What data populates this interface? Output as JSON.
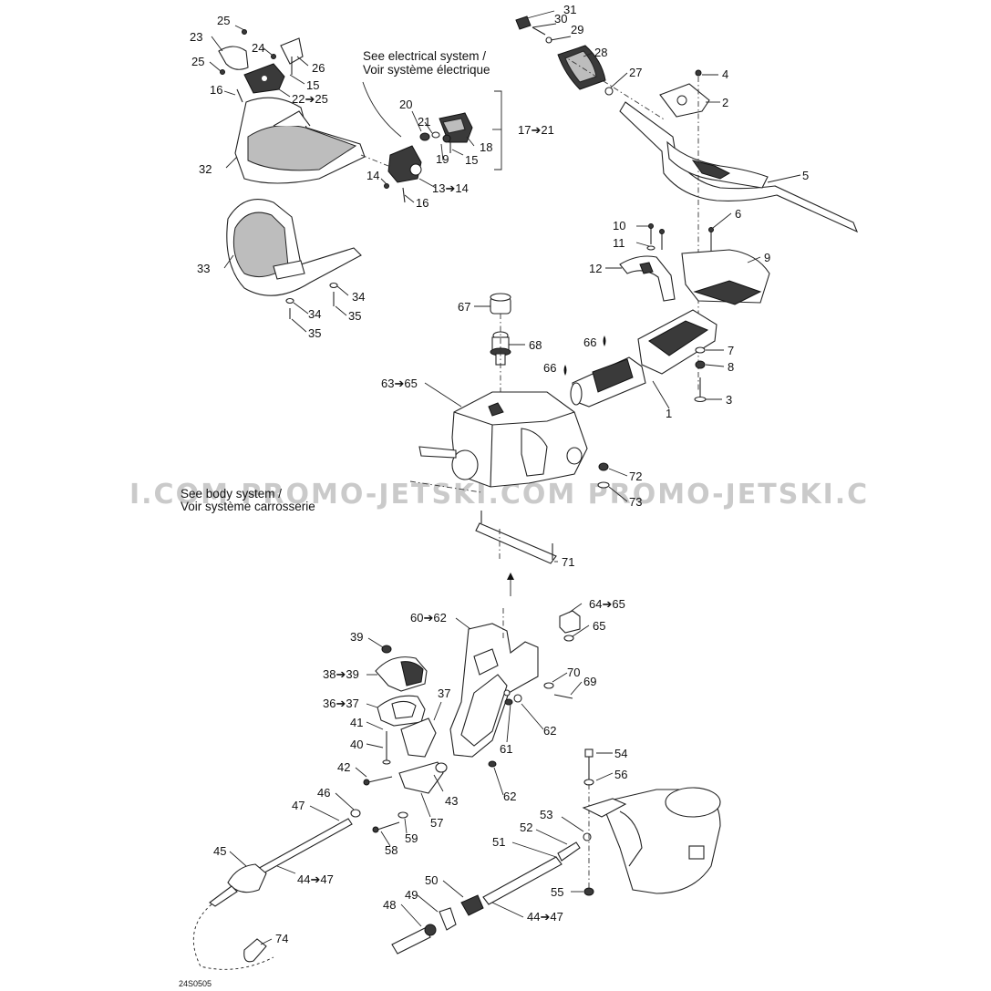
{
  "notes": {
    "electrical_en": "See electrical system /",
    "electrical_fr": "Voir système électrique",
    "body_en": "See body system /",
    "body_fr": "Voir système carrosserie"
  },
  "watermark": "I.COM PROMO-JETSKI.COM PROMO-JETSKI.C",
  "drawing_code": "24S0505",
  "labels": {
    "l1": "1",
    "l2": "2",
    "l3": "3",
    "l4": "4",
    "l5": "5",
    "l6": "6",
    "l7": "7",
    "l8": "8",
    "l9": "9",
    "l10": "10",
    "l11": "11",
    "l12": "12",
    "l13": "13➔14",
    "l14": "14",
    "l15a": "15",
    "l15b": "15",
    "l16a": "16",
    "l16b": "16",
    "l17": "17➔21",
    "l18": "18",
    "l19": "19",
    "l20": "20",
    "l21": "21",
    "l22": "22➔25",
    "l23": "23",
    "l24": "24",
    "l25a": "25",
    "l25b": "25",
    "l26": "26",
    "l27": "27",
    "l28": "28",
    "l29": "29",
    "l30": "30",
    "l31": "31",
    "l32": "32",
    "l33": "33",
    "l34a": "34",
    "l34b": "34",
    "l35a": "35",
    "l35b": "35",
    "l36": "36➔37",
    "l37": "37",
    "l38": "38➔39",
    "l39": "39",
    "l40": "40",
    "l41": "41",
    "l42": "42",
    "l43": "43",
    "l44a": "44➔47",
    "l44b": "44➔47",
    "l45": "45",
    "l46": "46",
    "l47": "47",
    "l48": "48",
    "l49": "49",
    "l50": "50",
    "l51": "51",
    "l52": "52",
    "l53": "53",
    "l54": "54",
    "l55": "55",
    "l56": "56",
    "l57": "57",
    "l58": "58",
    "l59": "59",
    "l60": "60➔62",
    "l61": "61",
    "l62a": "62",
    "l62b": "62",
    "l63": "63➔65",
    "l64": "64➔65",
    "l65": "65",
    "l66a": "66",
    "l66b": "66",
    "l67": "67",
    "l68": "68",
    "l69": "69",
    "l70": "70",
    "l71": "71",
    "l72": "72",
    "l73": "73",
    "l74": "74"
  }
}
